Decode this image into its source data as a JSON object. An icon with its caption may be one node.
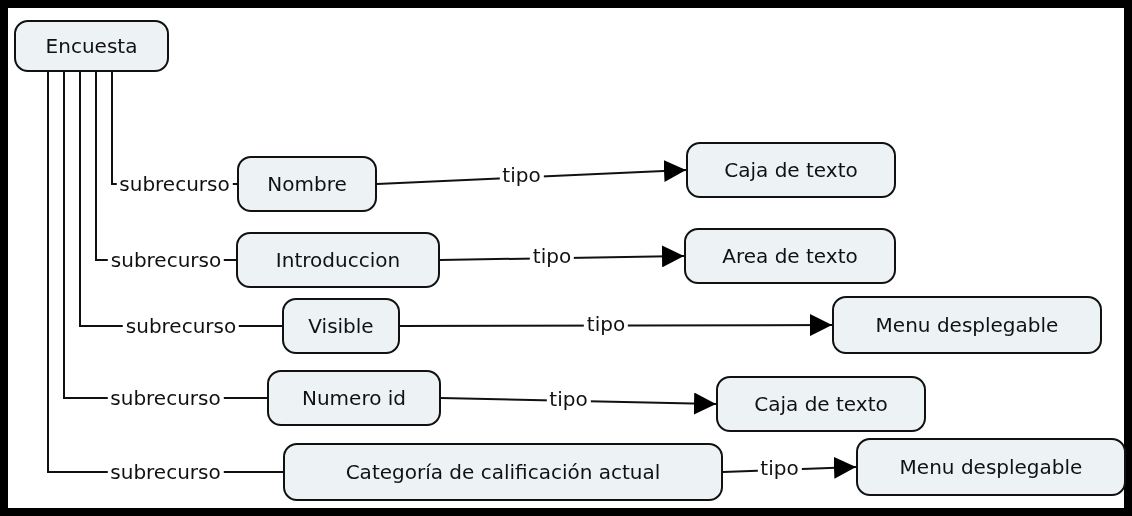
{
  "diagram": {
    "nodes": [
      {
        "text": [
          "Encuesta"
        ]
      },
      {
        "text": [
          "Nombre"
        ]
      },
      {
        "text": [
          "Caja de texto"
        ]
      },
      {
        "text": [
          "Introduccion"
        ]
      },
      {
        "text": [
          "Area de texto"
        ]
      },
      {
        "text": [
          "Visible"
        ]
      },
      {
        "text": [
          "Menu desplegable"
        ]
      },
      {
        "text": [
          "Numero id"
        ]
      },
      {
        "text": [
          "Caja de texto"
        ]
      },
      {
        "text": [
          "Categoría de calificación actual"
        ]
      },
      {
        "text": [
          "Menu desplegable"
        ]
      }
    ],
    "edges": [
      {
        "from": 0,
        "to": 1,
        "arrow": "none",
        "label": "subrecurso"
      },
      {
        "from": 1,
        "to": 2,
        "arrow": "to",
        "label": "tipo"
      },
      {
        "from": 0,
        "to": 3,
        "arrow": "none",
        "label": "subrecurso"
      },
      {
        "from": 3,
        "to": 4,
        "arrow": "to",
        "label": "tipo"
      },
      {
        "from": 0,
        "to": 5,
        "arrow": "none",
        "label": "subrecurso"
      },
      {
        "from": 5,
        "to": 6,
        "arrow": "to",
        "label": "tipo"
      },
      {
        "from": 0,
        "to": 7,
        "arrow": "none",
        "label": "subrecurso"
      },
      {
        "from": 7,
        "to": 8,
        "arrow": "to",
        "label": "tipo"
      },
      {
        "from": 0,
        "to": 9,
        "arrow": "none",
        "label": "subrecurso"
      },
      {
        "from": 9,
        "to": 10,
        "arrow": "to",
        "label": "tipo"
      }
    ]
  }
}
